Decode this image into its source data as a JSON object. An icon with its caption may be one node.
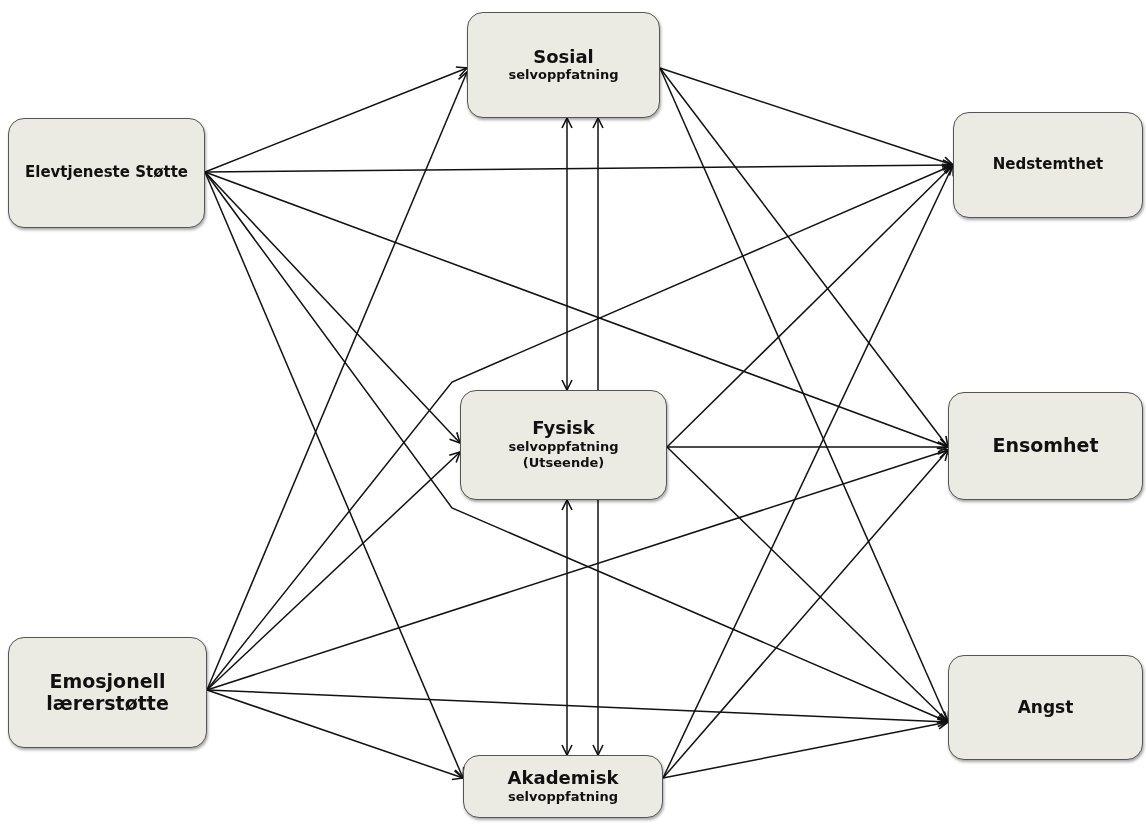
{
  "diagram": {
    "nodes": [
      {
        "text": [
          "Elevtjeneste Støtte"
        ]
      },
      {
        "text": [
          "Emosjonell lærerstøtte"
        ]
      },
      {
        "text": [
          "Sosial",
          "selvoppfatning"
        ]
      },
      {
        "text": [
          "Fysisk",
          "selvoppfatning (Utseende)"
        ]
      },
      {
        "text": [
          "Akademisk",
          "selvoppfatning"
        ]
      },
      {
        "text": [
          "Nedstemthet"
        ]
      },
      {
        "text": [
          "Ensomhet"
        ]
      },
      {
        "text": [
          "Angst"
        ]
      }
    ],
    "edges": [
      {
        "from": 0,
        "to": 2,
        "arrow": "to"
      },
      {
        "from": 0,
        "to": 5,
        "arrow": "to"
      },
      {
        "from": 0,
        "to": 6,
        "arrow": "to"
      },
      {
        "from": 0,
        "to": 3,
        "arrow": "to"
      },
      {
        "from": 0,
        "to": 7,
        "arrow": "to"
      },
      {
        "from": 0,
        "to": 4,
        "arrow": "to"
      },
      {
        "from": 1,
        "to": 2,
        "arrow": "to"
      },
      {
        "from": 1,
        "to": 3,
        "arrow": "to"
      },
      {
        "from": 1,
        "to": 5,
        "arrow": "to"
      },
      {
        "from": 1,
        "to": 6,
        "arrow": "to"
      },
      {
        "from": 1,
        "to": 7,
        "arrow": "to"
      },
      {
        "from": 1,
        "to": 4,
        "arrow": "to"
      },
      {
        "from": 2,
        "to": 5,
        "arrow": "to"
      },
      {
        "from": 2,
        "to": 6,
        "arrow": "to"
      },
      {
        "from": 2,
        "to": 7,
        "arrow": "to"
      },
      {
        "from": 2,
        "to": 3,
        "arrow": "both"
      },
      {
        "from": 3,
        "to": 2,
        "arrow": "to"
      },
      {
        "from": 3,
        "to": 5,
        "arrow": "to"
      },
      {
        "from": 3,
        "to": 6,
        "arrow": "to"
      },
      {
        "from": 3,
        "to": 7,
        "arrow": "to"
      },
      {
        "from": 3,
        "to": 4,
        "arrow": "both"
      },
      {
        "from": 3,
        "to": 4,
        "arrow": "to"
      },
      {
        "from": 4,
        "to": 5,
        "arrow": "to"
      },
      {
        "from": 4,
        "to": 6,
        "arrow": "to"
      },
      {
        "from": 4,
        "to": 7,
        "arrow": "to"
      }
    ]
  }
}
